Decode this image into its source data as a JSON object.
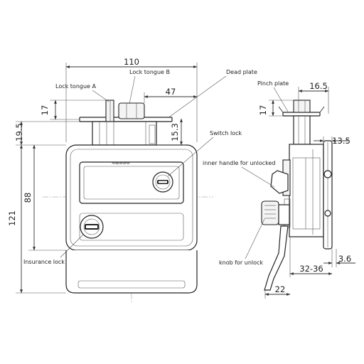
{
  "dimensions": {
    "overall_width": "110",
    "tongue_b_offset": "47",
    "front_tongue_height": "17",
    "side_tongue_height": "17",
    "pinch_plate_width": "16.5",
    "plate_to_body": "19.5",
    "tongue_b_to_body": "15.3",
    "body_height": "88",
    "overall_height": "121",
    "flange_thickness": "13.5",
    "plate_thickness": "3.6",
    "panel_range": "32-36",
    "knob_depth": "22"
  },
  "labels": {
    "lock_tongue_a": "Lock tongue A",
    "lock_tongue_b": "Lock tongue B",
    "dead_plate": "Dead plate",
    "pinch_plate": "Pinch plate",
    "switch_lock": "Switch lock",
    "inner_handle": "inner handle for unlocked",
    "insurance_lock": "Insurance lock",
    "knob_for_unlock": "knob for unlock"
  },
  "engraving": "mobilehome"
}
